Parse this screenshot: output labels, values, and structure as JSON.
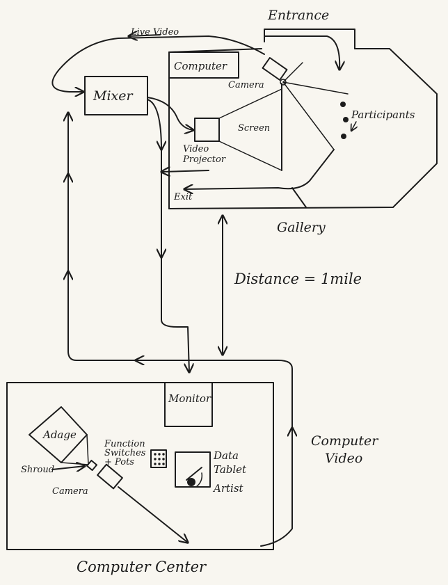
{
  "labels": {
    "entrance": "Entrance",
    "live_video": "Live Video",
    "computer": "Computer",
    "camera_gallery": "Camera",
    "mixer": "Mixer",
    "participants": "Participants",
    "screen": "Screen",
    "video_projector_line1": "Video",
    "video_projector_line2": "Projector",
    "exit": "Exit",
    "gallery": "Gallery",
    "distance": "Distance = 1mile",
    "monitor": "Monitor",
    "adage": "Adage",
    "function_line1": "Function",
    "function_line2": "Switches",
    "function_line3": "+ Pots",
    "data_tablet_line1": "Data",
    "data_tablet_line2": "Tablet",
    "artist": "Artist",
    "shroud": "Shroud",
    "camera_center": "Camera",
    "computer_video_line1": "Computer",
    "computer_video_line2": "Video",
    "computer_center": "Computer Center"
  }
}
